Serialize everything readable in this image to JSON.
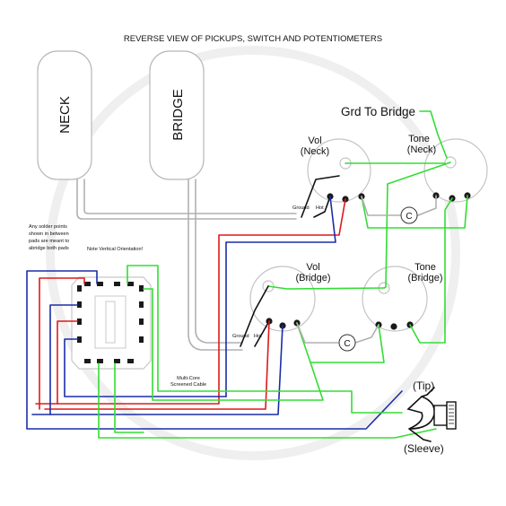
{
  "title": "REVERSE VIEW OF PICKUPS, SWITCH AND POTENTIOMETERS",
  "pickups": {
    "neck": "NECK",
    "bridge": "BRIDGE"
  },
  "grd_to_bridge": "Grd To Bridge",
  "pots": {
    "vol_neck": [
      "Vol",
      "(Neck)"
    ],
    "tone_neck": [
      "Tone",
      "(Neck)"
    ],
    "vol_bridge": [
      "Vol",
      "(Bridge)"
    ],
    "tone_bridge": [
      "Tone",
      "(Bridge)"
    ]
  },
  "ground_label": "Ground",
  "hot_label": "Hot",
  "capacitor_label": "C",
  "switch_note": [
    "Any solder points",
    "shown in between",
    "pads are meant to",
    "abridge both pads"
  ],
  "switch_orientation": "Note Vertical Orientation!",
  "cable_label": [
    "Multi-Core",
    "Screened Cable"
  ],
  "jack": {
    "tip": "(Tip)",
    "sleeve": "(Sleeve)"
  },
  "colors": {
    "green": "#33dd33",
    "red": "#e01818",
    "blue": "#1a2da8",
    "black": "#111111",
    "grey": "#b0b0b0"
  }
}
